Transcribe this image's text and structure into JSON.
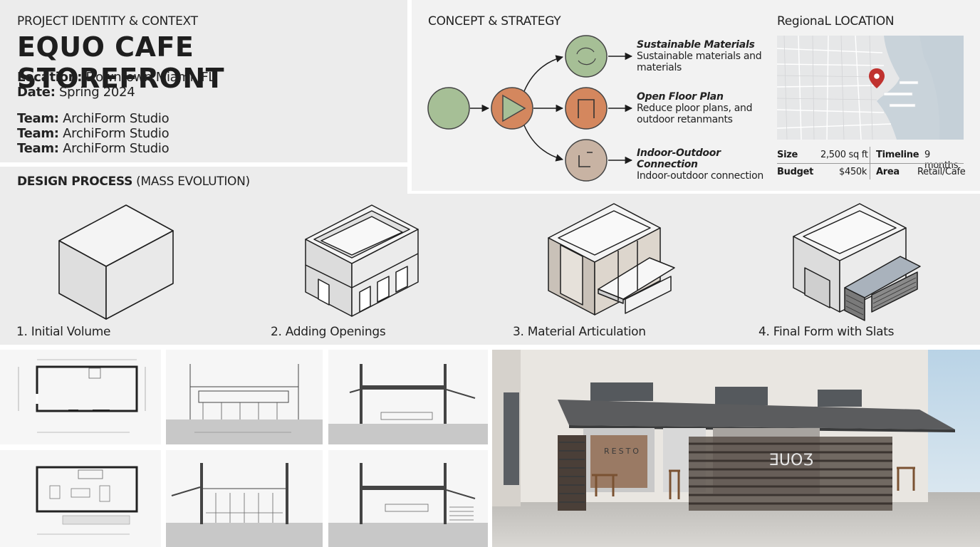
{
  "identity": {
    "kicker": "PROJECT IDENTITY & CONTEXT",
    "title": "EQUO CAFE STOREFRONT",
    "location_key": "Location:",
    "location_val": "Downtown Miami, FL",
    "date_key": "Date:",
    "date_val": "Spring 2024",
    "team": [
      {
        "key": "Team:",
        "val": "ArchiForm Studio"
      },
      {
        "key": "Team:",
        "val": "ArchiForm Studio"
      },
      {
        "key": "Team:",
        "val": "ArchiForm Studio"
      }
    ]
  },
  "concept": {
    "title": "CONCEPT & STRATEGY",
    "strategies": [
      {
        "heading": "Sustainable Materials",
        "body": "Sustainable materials and materials"
      },
      {
        "heading": "Open Floor Plan",
        "body": "Reduce ploor plans, and outdoor retanmants"
      },
      {
        "heading": "Indoor-Outdoor Connection",
        "body": "Indoor-outdoor connection"
      }
    ],
    "colors": {
      "green": "#a6bf96",
      "orange": "#d4875e",
      "taupe": "#c8b3a3"
    }
  },
  "location": {
    "title": "RegionaL LOCATION",
    "icon": "map-pin-icon",
    "stats": {
      "size_key": "Size",
      "size_val": "2,500 sq ft",
      "timeline_key": "Timeline",
      "timeline_val": "9 months",
      "budget_key": "Budget",
      "budget_val": "$450k",
      "area_key": "Area",
      "area_val": "Retail/Cafe"
    }
  },
  "process": {
    "title_bold": "DESIGN PROCESS",
    "title_rest": "(MASS EVOLUTION)",
    "steps": [
      "1. Initial Volume",
      "2. Adding Openings",
      "3. Material Articulation",
      "4. Final Form with Slats"
    ]
  },
  "render": {
    "sign_text": "ƎUOƷ",
    "sign_sub": "RESTO"
  }
}
